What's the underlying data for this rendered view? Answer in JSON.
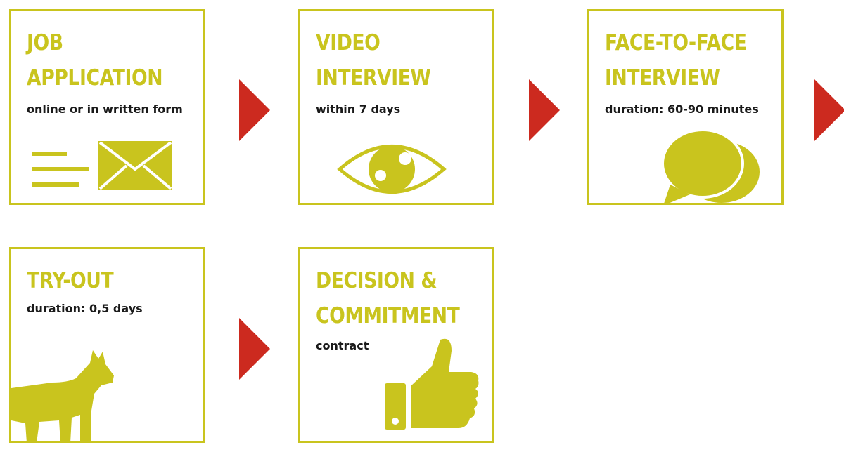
{
  "colors": {
    "accent": "#c9c41e",
    "arrow": "#cc2a1f",
    "text": "#1a1a1a"
  },
  "steps": [
    {
      "title_lines": [
        "JOB",
        "APPLICATION"
      ],
      "subtitle": "online or in written form",
      "icon": "envelope-icon"
    },
    {
      "title_lines": [
        "VIDEO",
        "INTERVIEW"
      ],
      "subtitle": "within 7 days",
      "icon": "eye-icon"
    },
    {
      "title_lines": [
        "FACE-TO-FACE",
        "INTERVIEW"
      ],
      "subtitle": "duration: 60-90 minutes",
      "icon": "speech-bubbles-icon"
    },
    {
      "title_lines": [
        "TRY-OUT"
      ],
      "subtitle": "duration: 0,5 days",
      "icon": "dog-icon"
    },
    {
      "title_lines": [
        "DECISION &",
        "COMMITMENT"
      ],
      "subtitle": "contract",
      "icon": "thumbs-up-icon"
    }
  ]
}
